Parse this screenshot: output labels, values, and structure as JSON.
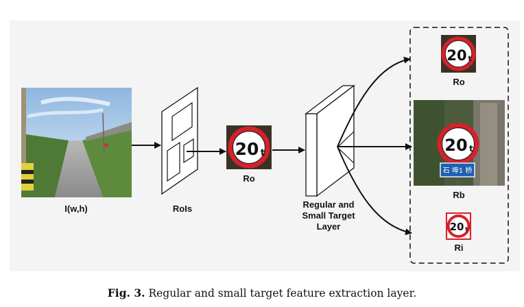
{
  "input": {
    "label": "I(w,h)"
  },
  "rois": {
    "label": "RoIs"
  },
  "ro_middle": {
    "label": "Ro"
  },
  "layer": {
    "label": "Regular and\nSmall Target\nLayer"
  },
  "outputs": [
    {
      "label": "Ro"
    },
    {
      "label": "Rb"
    },
    {
      "label": "Ri"
    }
  ],
  "sign": {
    "text": "20",
    "suffix": "t",
    "ring_color": "#d6202a"
  },
  "plate": {
    "text": "石 埠1 桥",
    "color": "#1f5fb0"
  },
  "caption": {
    "prefix": "Fig. 3.",
    "text": " Regular and small target feature extraction layer."
  }
}
